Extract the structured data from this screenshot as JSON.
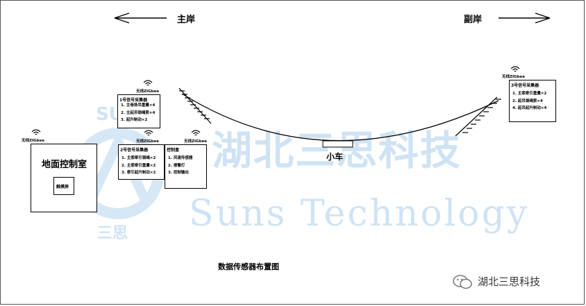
{
  "banks": {
    "main": "主岸",
    "secondary": "副岸"
  },
  "watermark": {
    "company_cn": "湖北三思科技",
    "company_en": "Suns Technology",
    "logo_su": "SU",
    "logo_sansi": "三思"
  },
  "wifi_label": "无线ZIGbee",
  "control_room": {
    "title": "地面控制室",
    "inner_label": "触摸屏"
  },
  "collector_1": {
    "title": "1号信号采集器",
    "items": [
      "1. 主卷扬吊重量×4",
      "2. 主起吊钢绳索×4",
      "3. 起升制动×2"
    ]
  },
  "collector_2": {
    "title": "2号信号采集器",
    "items": [
      "1. 主索牵引钢绳×2",
      "2. 主索牵引重量×2",
      "3. 牵引起升制动×2"
    ]
  },
  "collector_3": {
    "title": "3号信号采集器",
    "items": [
      "1. 主索牵引重量×2",
      "2. 起吊钢绳索×4",
      "4. 起吊起升制动×4"
    ]
  },
  "control_box": {
    "title": "控制盒",
    "items": [
      "1. 风速传感器",
      "2. 报警灯",
      "3. 控制输出"
    ]
  },
  "cart_label": "小车",
  "caption": "数据传感器布置图",
  "brand": "湖北三思科技"
}
